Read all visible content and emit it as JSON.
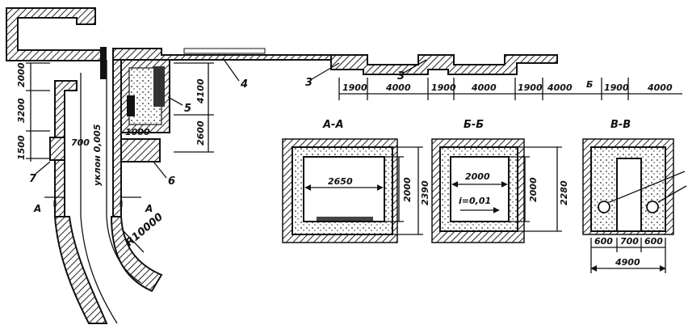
{
  "plan": {
    "dims_vertical": [
      "2000",
      "3200",
      "1500"
    ],
    "dim_700": "700",
    "slope_text": "уклон 0,005",
    "dim_1000": "1000",
    "dim_4100": "4100",
    "dim_2600": "2600",
    "radius": "R10000",
    "section_mark_left": "А",
    "section_mark_right": "А",
    "callout_7": "7",
    "callout_5": "5",
    "callout_6": "6",
    "callout_4": "4",
    "callout_3a": "3",
    "callout_3b": "3",
    "chain_dims": [
      "1900",
      "4000",
      "1900",
      "4000",
      "1900",
      "4000",
      "Б",
      "1900",
      "4000"
    ]
  },
  "sections": {
    "aa": {
      "title": "А-А",
      "width": "2650",
      "height_inner": "2000",
      "height_outer": "2390"
    },
    "bb": {
      "title": "Б-Б",
      "width": "2000",
      "slope": "i=0,01",
      "height_inner": "2000",
      "height_outer": "2280"
    },
    "vv": {
      "title": "В-В",
      "dims_bottom": [
        "600",
        "700",
        "600"
      ],
      "total": "4900"
    }
  }
}
